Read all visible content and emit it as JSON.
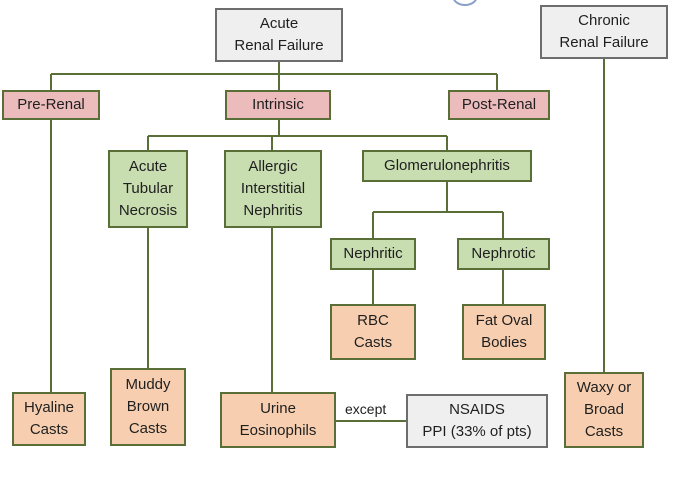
{
  "nodes": {
    "acute_renal_failure": "Acute\nRenal Failure",
    "chronic_renal_failure": "Chronic\nRenal Failure",
    "pre_renal": "Pre-Renal",
    "intrinsic": "Intrinsic",
    "post_renal": "Post-Renal",
    "acute_tubular_necrosis": "Acute\nTubular\nNecrosis",
    "allergic_interstitial_nephritis": "Allergic\nInterstitial\nNephritis",
    "glomerulonephritis": "Glomerulonephritis",
    "nephritic": "Nephritic",
    "nephrotic": "Nephrotic",
    "rbc_casts": "RBC\nCasts",
    "fat_oval_bodies": "Fat Oval\nBodies",
    "hyaline_casts": "Hyaline\nCasts",
    "muddy_brown_casts": "Muddy\nBrown\nCasts",
    "urine_eosinophils": "Urine\nEosinophils",
    "nsaids_ppi": "NSAIDS\nPPI (33% of pts)",
    "waxy_broad_casts": "Waxy or\nBroad\nCasts"
  },
  "edge_labels": {
    "except": "except"
  },
  "colors": {
    "line": "#5a6e37",
    "gray_fill": "#efefef",
    "pink_fill": "#ecbcbd",
    "green_fill": "#c8ddb0",
    "peach_fill": "#f7cfb0"
  }
}
